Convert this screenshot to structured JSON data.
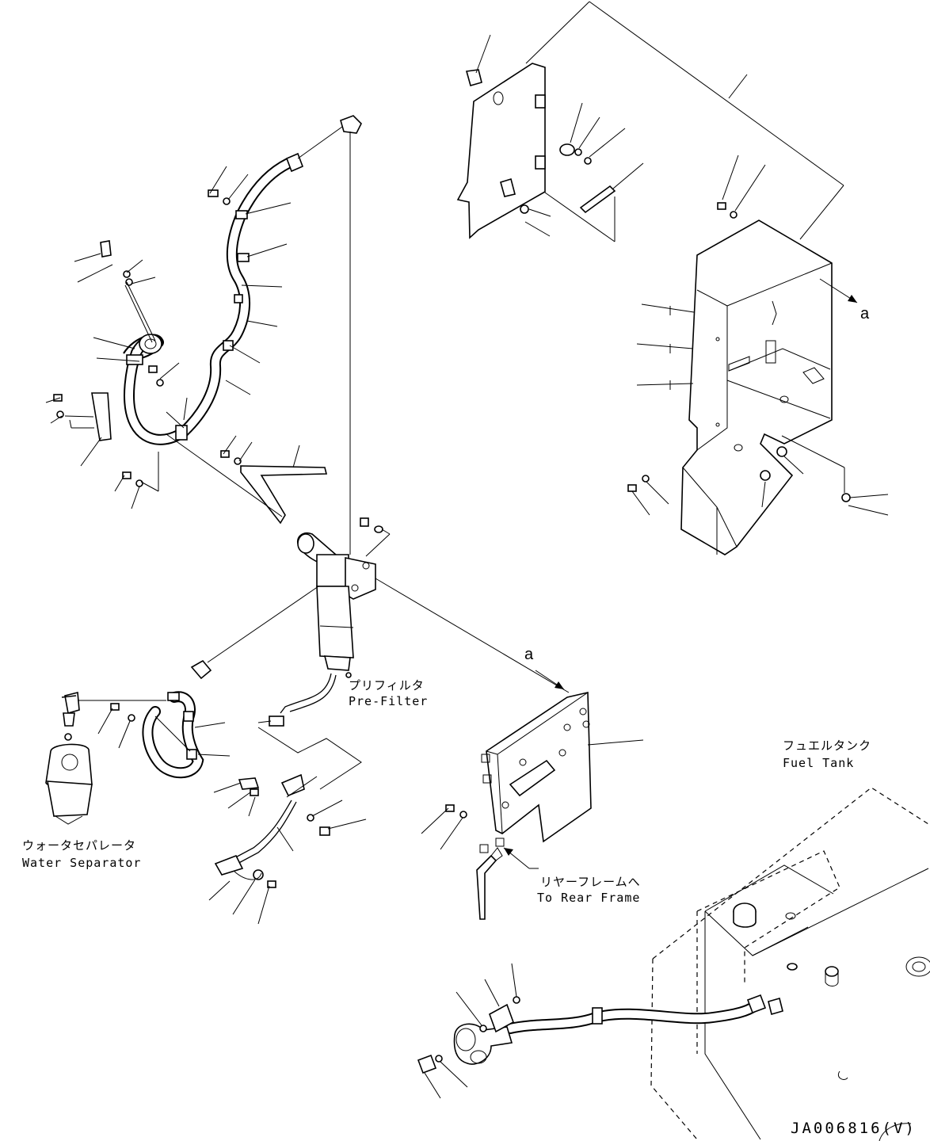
{
  "labels": {
    "prefilter_jp": "プリフィルタ",
    "prefilter_en": "Pre-Filter",
    "fueltank_jp": "フュエルタンク",
    "fueltank_en": "Fuel Tank",
    "waterseparator_jp": "ウォータセパレータ",
    "waterseparator_en": "Water Separator",
    "rearframe_jp": "リヤーフレームへ",
    "rearframe_en": "To Rear Frame",
    "view_marker_1": "a",
    "view_marker_2": "a",
    "drawing_code": "JA006816(V)"
  }
}
